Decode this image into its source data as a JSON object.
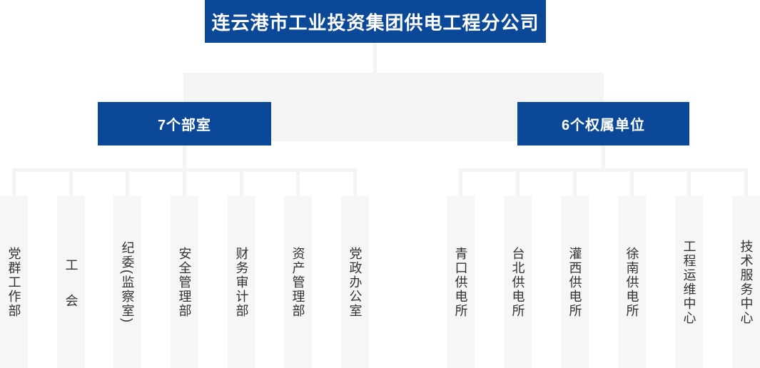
{
  "org_chart": {
    "root": {
      "label": "连云港市工业投资集团供电工程分公司"
    },
    "groups": [
      {
        "label": "7个部室",
        "children": [
          {
            "label": "党群工作部"
          },
          {
            "label": "工会"
          },
          {
            "label": "纪委(监察室)"
          },
          {
            "label": "安全管理部"
          },
          {
            "label": "财务审计部"
          },
          {
            "label": "资产管理部"
          },
          {
            "label": "党政办公室"
          }
        ]
      },
      {
        "label": "6个权属单位",
        "children": [
          {
            "label": "青口供电所"
          },
          {
            "label": "台北供电所"
          },
          {
            "label": "灌西供电所"
          },
          {
            "label": "徐南供电所"
          },
          {
            "label": "工程运维中心"
          },
          {
            "label": "技术服务中心"
          }
        ]
      }
    ],
    "colors": {
      "node_blue": "#0b4898",
      "connector_gray": "#f4f4f4",
      "column_gray": "#f6f6f6",
      "node_text": "#ffffff",
      "column_text": "#333333"
    }
  }
}
